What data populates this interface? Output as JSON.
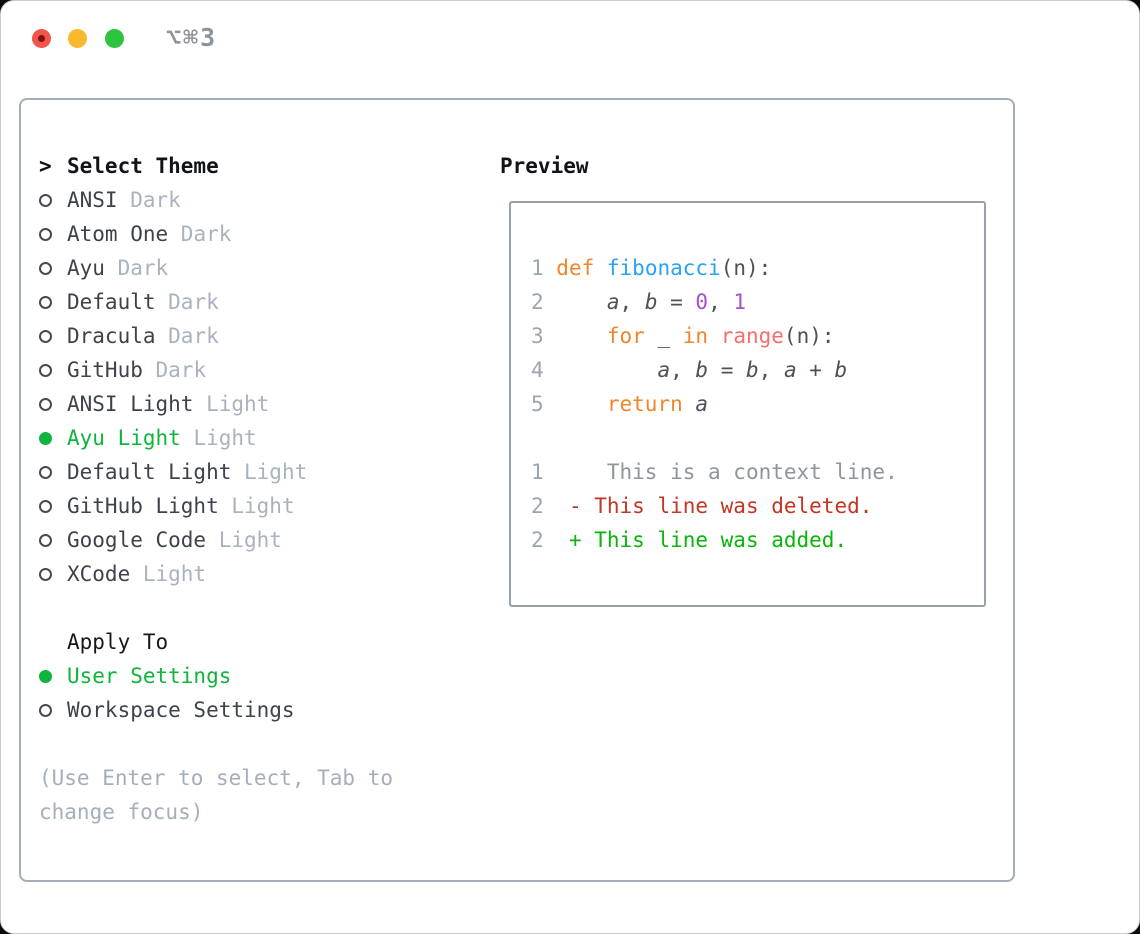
{
  "window": {
    "title": "⌥⌘3",
    "traffic_lights": [
      "close",
      "minimize",
      "zoom"
    ]
  },
  "theme_list": {
    "header": "Select Theme",
    "prompt": ">",
    "items": [
      {
        "name": "ANSI",
        "variant": "Dark",
        "selected": false
      },
      {
        "name": "Atom One",
        "variant": "Dark",
        "selected": false
      },
      {
        "name": "Ayu",
        "variant": "Dark",
        "selected": false
      },
      {
        "name": "Default",
        "variant": "Dark",
        "selected": false
      },
      {
        "name": "Dracula",
        "variant": "Dark",
        "selected": false
      },
      {
        "name": "GitHub",
        "variant": "Dark",
        "selected": false
      },
      {
        "name": "ANSI Light",
        "variant": "Light",
        "selected": false
      },
      {
        "name": "Ayu Light",
        "variant": "Light",
        "selected": true
      },
      {
        "name": "Default Light",
        "variant": "Light",
        "selected": false
      },
      {
        "name": "GitHub Light",
        "variant": "Light",
        "selected": false
      },
      {
        "name": "Google Code",
        "variant": "Light",
        "selected": false
      },
      {
        "name": "XCode",
        "variant": "Light",
        "selected": false
      }
    ]
  },
  "apply_to": {
    "header": "Apply To",
    "options": [
      {
        "label": "User Settings",
        "selected": true
      },
      {
        "label": "Workspace Settings",
        "selected": false
      }
    ]
  },
  "hint": "(Use Enter to select, Tab to change focus)",
  "preview": {
    "header": "Preview",
    "code_lines": [
      {
        "num": "1",
        "tokens": [
          {
            "c": "kw",
            "t": "def"
          },
          {
            "c": "pl",
            "t": " "
          },
          {
            "c": "fn",
            "t": "fibonacci"
          },
          {
            "c": "pl",
            "t": "(n):"
          }
        ]
      },
      {
        "num": "2",
        "tokens": [
          {
            "c": "pl",
            "t": "    "
          },
          {
            "c": "var",
            "t": "a"
          },
          {
            "c": "pl",
            "t": ", "
          },
          {
            "c": "var",
            "t": "b"
          },
          {
            "c": "pl",
            "t": " = "
          },
          {
            "c": "numlit",
            "t": "0"
          },
          {
            "c": "pl",
            "t": ", "
          },
          {
            "c": "numlit",
            "t": "1"
          }
        ]
      },
      {
        "num": "3",
        "tokens": [
          {
            "c": "pl",
            "t": "    "
          },
          {
            "c": "kw",
            "t": "for"
          },
          {
            "c": "pl",
            "t": " _ "
          },
          {
            "c": "kw",
            "t": "in"
          },
          {
            "c": "pl",
            "t": " "
          },
          {
            "c": "call",
            "t": "range"
          },
          {
            "c": "pl",
            "t": "(n):"
          }
        ]
      },
      {
        "num": "4",
        "tokens": [
          {
            "c": "pl",
            "t": "        "
          },
          {
            "c": "var",
            "t": "a"
          },
          {
            "c": "pl",
            "t": ", "
          },
          {
            "c": "var",
            "t": "b"
          },
          {
            "c": "pl",
            "t": " = "
          },
          {
            "c": "var",
            "t": "b"
          },
          {
            "c": "pl",
            "t": ", "
          },
          {
            "c": "var",
            "t": "a"
          },
          {
            "c": "pl",
            "t": " + "
          },
          {
            "c": "var",
            "t": "b"
          }
        ]
      },
      {
        "num": "5",
        "tokens": [
          {
            "c": "pl",
            "t": "    "
          },
          {
            "c": "kw",
            "t": "return"
          },
          {
            "c": "pl",
            "t": " "
          },
          {
            "c": "var",
            "t": "a"
          }
        ]
      }
    ],
    "diff_lines": [
      {
        "num": "1",
        "kind": "context",
        "text": "    This is a context line."
      },
      {
        "num": "2",
        "kind": "deleted",
        "text": " - This line was deleted."
      },
      {
        "num": "2",
        "kind": "added",
        "text": " + This line was added."
      }
    ]
  },
  "colors": {
    "selection_green": "#0fb43c",
    "keyword_orange": "#f0862a",
    "function_blue": "#27a3f5",
    "call_coral": "#fa6d6d",
    "number_purple": "#a750ca",
    "code_text": "#4a515a",
    "line_number": "#9aa5b1",
    "variant_muted": "#a9b3bf",
    "hint_gray": "#a5aebb",
    "diff_context": "#8e959d",
    "diff_deleted": "#c53522",
    "diff_added": "#0bb40b",
    "panel_border": "#a5adb8",
    "preview_border": "#99a1ac",
    "title_gray": "#8e9399",
    "traffic_red": "#f3544b",
    "traffic_yellow": "#f8ba2d",
    "traffic_green": "#2ec33e"
  }
}
